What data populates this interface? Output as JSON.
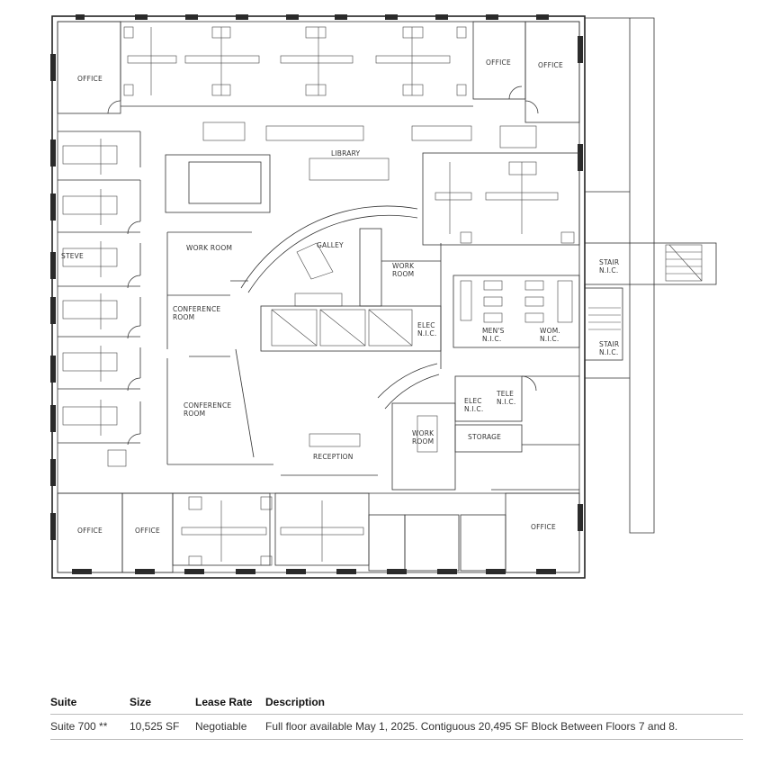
{
  "floorplan": {
    "rooms": {
      "office_nw": "OFFICE",
      "office_ne1": "OFFICE",
      "office_ne2": "OFFICE",
      "library": "LIBRARY",
      "gallery": "GALLEY",
      "steve": "STEVE",
      "work_room_w": "WORK ROOM",
      "conference_1": "CONFERENCE\nROOM",
      "conference_2": "CONFERENCE\nROOM",
      "work_room_c": "WORK\nROOM",
      "work_room_s": "WORK\nROOM",
      "reception": "RECEPTION",
      "storage": "STORAGE",
      "stair_1": "STAIR\nN.I.C.",
      "stair_2": "STAIR\nN.I.C.",
      "elec": "ELEC\nN.I.C.",
      "mens": "MEN'S\nN.I.C.",
      "womens": "WOM.\nN.I.C.",
      "elec2": "ELEC\nN.I.C.",
      "tele": "TELE\nN.I.C.",
      "office_sw1": "OFFICE",
      "office_sw2": "OFFICE",
      "office_se": "OFFICE"
    }
  },
  "lease_table": {
    "headers": {
      "suite": "Suite",
      "size": "Size",
      "rate": "Lease Rate",
      "description": "Description"
    },
    "rows": [
      {
        "suite": "Suite 700 **",
        "size": "10,525 SF",
        "rate": "Negotiable",
        "description": "Full floor available May 1, 2025. Contiguous 20,495 SF Block Between Floors 7 and 8."
      }
    ]
  }
}
